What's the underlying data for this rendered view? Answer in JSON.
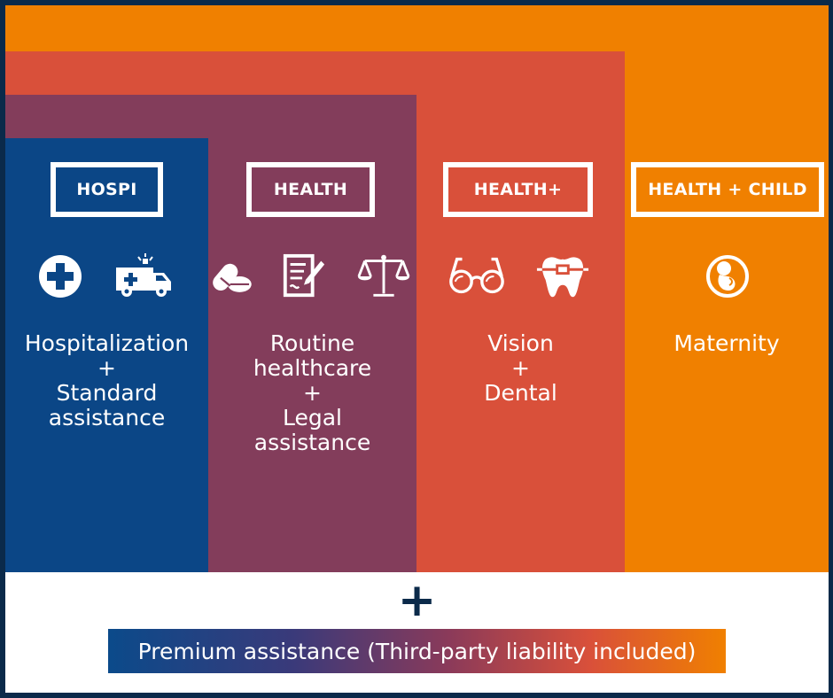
{
  "colors": {
    "frame": "#0b2a4a",
    "orange": "#f08000",
    "red": "#d9503a",
    "plum": "#833d5b",
    "blue": "#0b4686",
    "white": "#ffffff"
  },
  "tiers": [
    {
      "badge": "HOSPI",
      "icons": [
        "medical-cross-icon",
        "ambulance-icon"
      ],
      "lines": [
        "Hospitalization",
        "+",
        "Standard",
        "assistance"
      ]
    },
    {
      "badge": "HEALTH",
      "icons": [
        "pills-icon",
        "prescription-icon",
        "legal-scales-icon"
      ],
      "lines": [
        "Routine",
        "healthcare",
        "+",
        "Legal",
        "assistance"
      ]
    },
    {
      "badge": "HEALTH+",
      "icons": [
        "glasses-icon",
        "tooth-braces-icon"
      ],
      "lines": [
        "Vision",
        "+",
        "Dental"
      ]
    },
    {
      "badge": "HEALTH + CHILD",
      "icons": [
        "fetus-icon"
      ],
      "lines": [
        "Maternity"
      ]
    }
  ],
  "bottom": {
    "plus": "+",
    "premium": "Premium assistance (Third-party liability included)"
  }
}
